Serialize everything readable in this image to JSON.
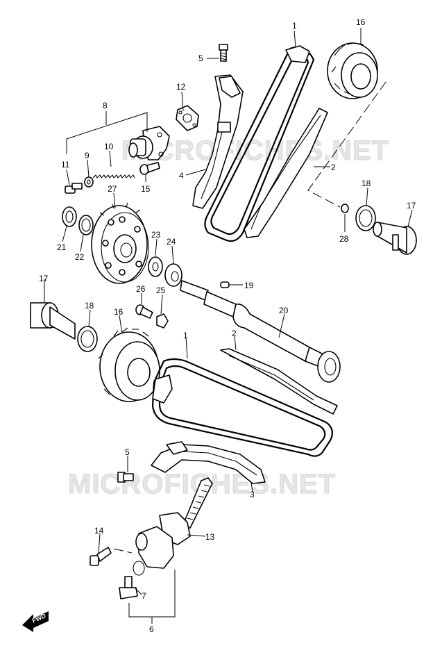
{
  "watermark": "MICROFICHES.NET",
  "fwd_label": "FWD",
  "callouts": [
    {
      "id": "c1a",
      "text": "1"
    },
    {
      "id": "c16a",
      "text": "16"
    },
    {
      "id": "c5a",
      "text": "5"
    },
    {
      "id": "c12",
      "text": "12"
    },
    {
      "id": "c8",
      "text": "8"
    },
    {
      "id": "c9",
      "text": "9"
    },
    {
      "id": "c10",
      "text": "10"
    },
    {
      "id": "c11",
      "text": "11"
    },
    {
      "id": "c15",
      "text": "15"
    },
    {
      "id": "c4",
      "text": "4"
    },
    {
      "id": "c2a",
      "text": "2"
    },
    {
      "id": "c18a",
      "text": "18"
    },
    {
      "id": "c17a",
      "text": "17"
    },
    {
      "id": "c28",
      "text": "28"
    },
    {
      "id": "c27",
      "text": "27"
    },
    {
      "id": "c21",
      "text": "21"
    },
    {
      "id": "c22",
      "text": "22"
    },
    {
      "id": "c23",
      "text": "23"
    },
    {
      "id": "c24",
      "text": "24"
    },
    {
      "id": "c26",
      "text": "26"
    },
    {
      "id": "c25",
      "text": "25"
    },
    {
      "id": "c19",
      "text": "19"
    },
    {
      "id": "c20",
      "text": "20"
    },
    {
      "id": "c17b",
      "text": "17"
    },
    {
      "id": "c18b",
      "text": "18"
    },
    {
      "id": "c16b",
      "text": "16"
    },
    {
      "id": "c1b",
      "text": "1"
    },
    {
      "id": "c2b",
      "text": "2"
    },
    {
      "id": "c5b",
      "text": "5"
    },
    {
      "id": "c3",
      "text": "3"
    },
    {
      "id": "c14",
      "text": "14"
    },
    {
      "id": "c13",
      "text": "13"
    },
    {
      "id": "c7",
      "text": "7"
    },
    {
      "id": "c6",
      "text": "6"
    }
  ]
}
